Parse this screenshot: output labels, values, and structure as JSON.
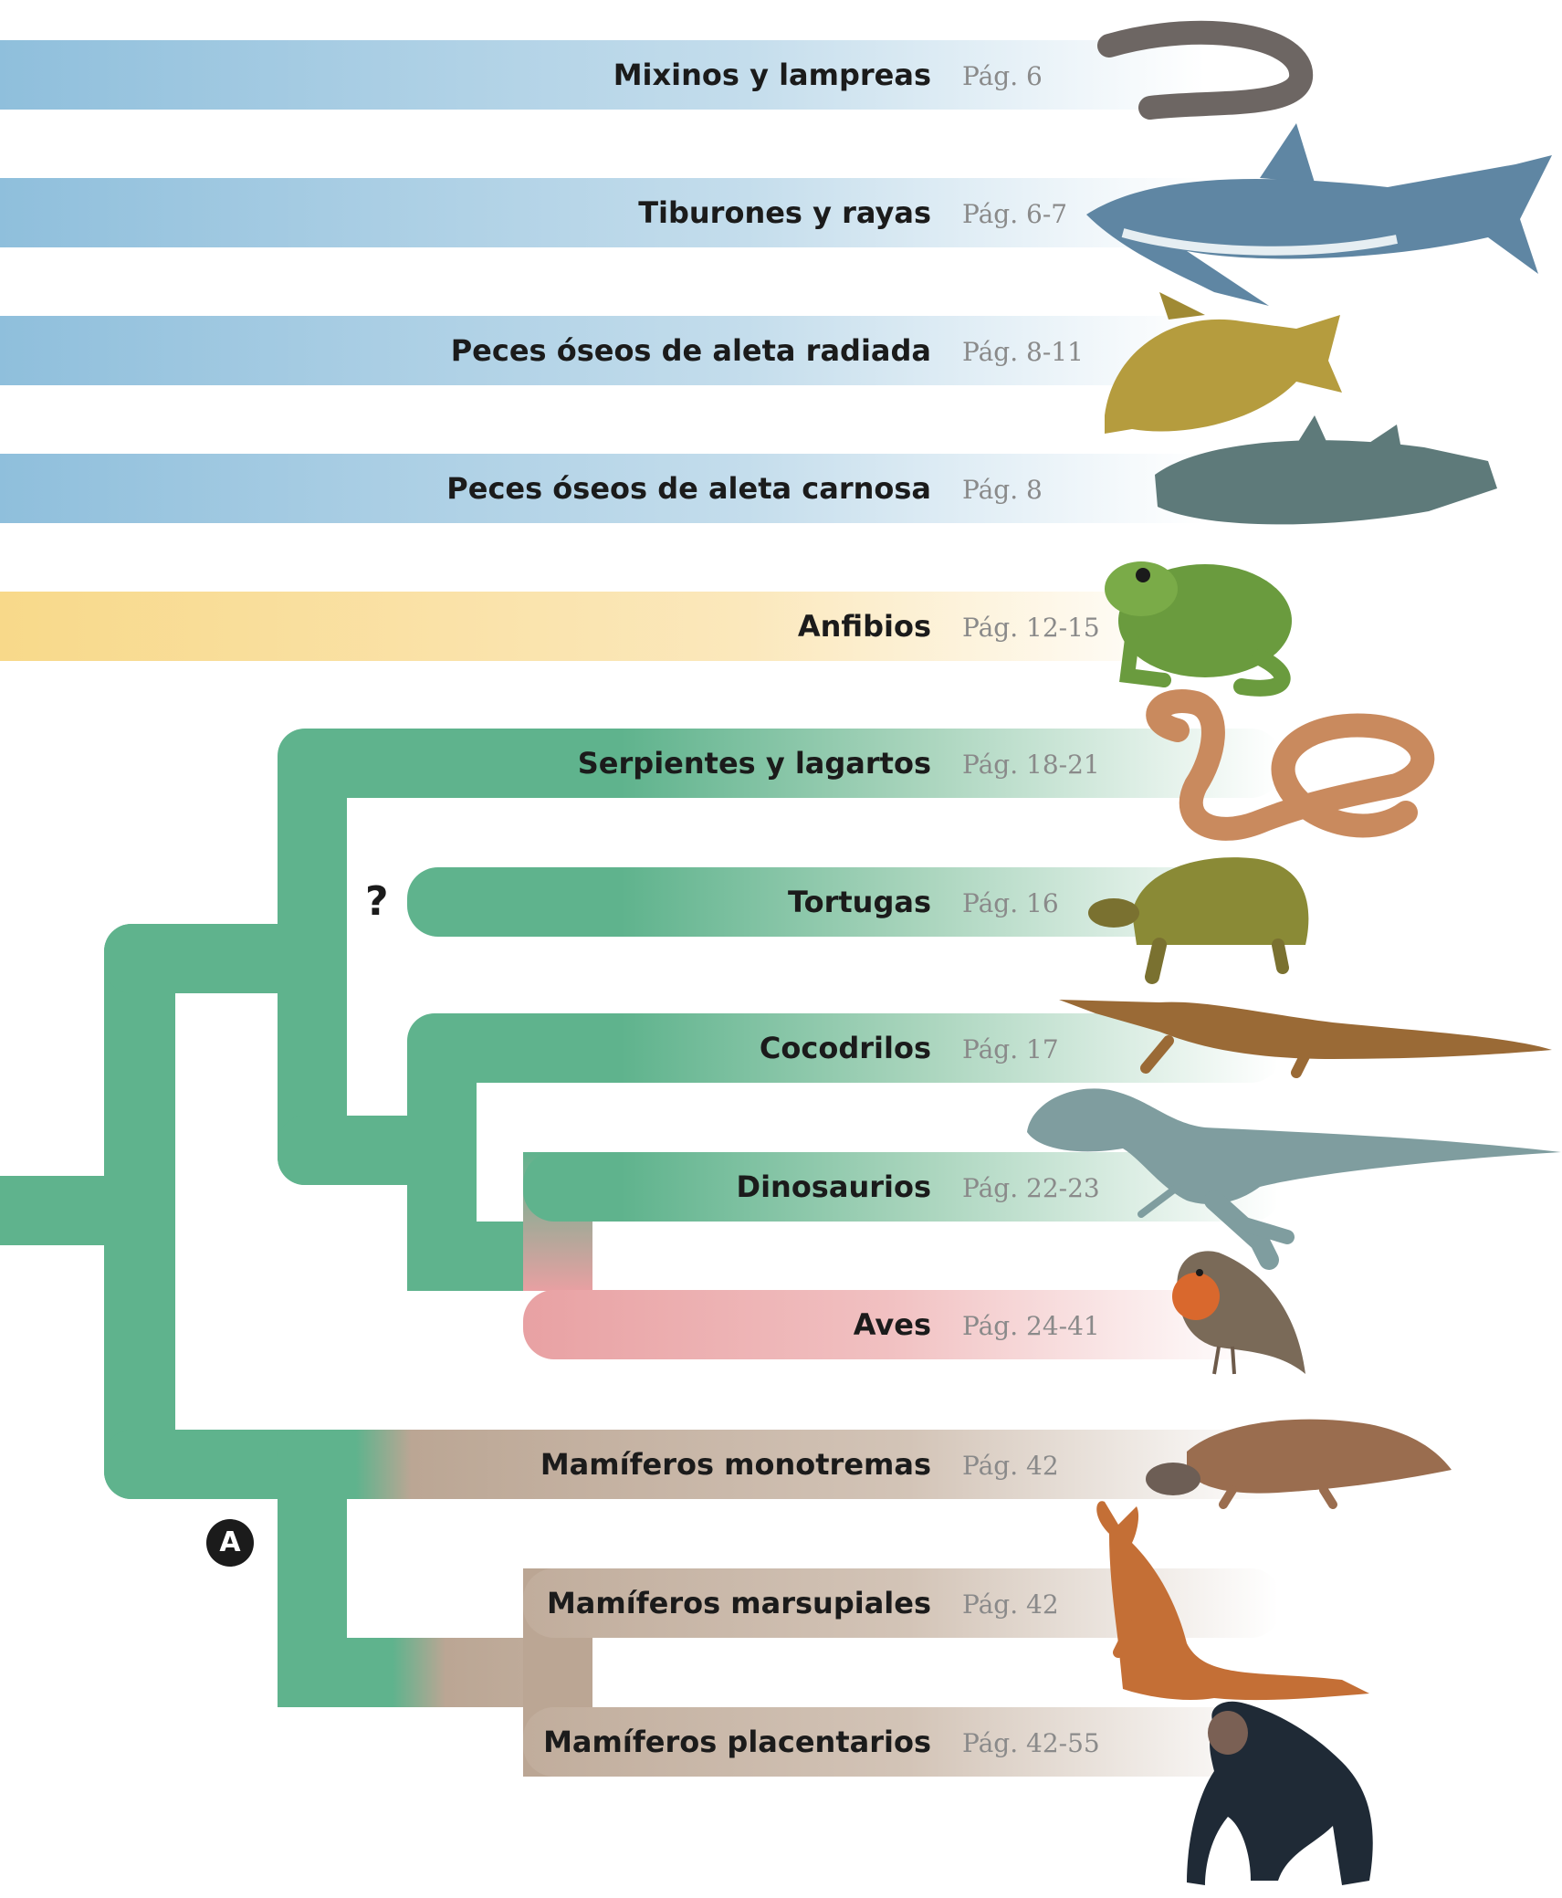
{
  "colors": {
    "fish": "#8fbfdc",
    "amphibians": "#f8d98a",
    "reptiles": "#5fb38d",
    "birds": "#e8a0a2",
    "mammals": "#bba694",
    "label_text": "#1b1b1b",
    "page_text": "#8a8a8a"
  },
  "groups": [
    {
      "name": "Mixinos y lampreas",
      "page": "Pág. 6",
      "group_color": "fish",
      "animal_icon": "hagfish-icon"
    },
    {
      "name": "Tiburones y rayas",
      "page": "Pág. 6-7",
      "group_color": "fish",
      "animal_icon": "shark-icon"
    },
    {
      "name": "Peces óseos de aleta radiada",
      "page": "Pág. 8-11",
      "group_color": "fish",
      "animal_icon": "carp-icon"
    },
    {
      "name": "Peces óseos de aleta carnosa",
      "page": "Pág. 8",
      "group_color": "fish",
      "animal_icon": "coelacanth-icon"
    },
    {
      "name": "Anfibios",
      "page": "Pág. 12-15",
      "group_color": "amphibians",
      "animal_icon": "frog-icon"
    },
    {
      "name": "Serpientes y lagartos",
      "page": "Pág. 18-21",
      "group_color": "reptiles",
      "animal_icon": "snake-icon"
    },
    {
      "name": "Tortugas",
      "page": "Pág. 16",
      "group_color": "reptiles",
      "animal_icon": "tortoise-icon"
    },
    {
      "name": "Cocodrilos",
      "page": "Pág. 17",
      "group_color": "reptiles",
      "animal_icon": "crocodile-icon"
    },
    {
      "name": "Dinosaurios",
      "page": "Pág. 22-23",
      "group_color": "reptiles",
      "animal_icon": "dinosaur-icon"
    },
    {
      "name": "Aves",
      "page": "Pág. 24-41",
      "group_color": "birds",
      "animal_icon": "robin-icon"
    },
    {
      "name": "Mamíferos monotremas",
      "page": "Pág. 42",
      "group_color": "mammals",
      "animal_icon": "platypus-icon"
    },
    {
      "name": "Mamíferos marsupiales",
      "page": "Pág. 42",
      "group_color": "mammals",
      "animal_icon": "kangaroo-icon"
    },
    {
      "name": "Mamíferos placentarios",
      "page": "Pág. 42-55",
      "group_color": "mammals",
      "animal_icon": "chimpanzee-icon"
    }
  ],
  "uncertain_marker": "?",
  "node_badge": "A"
}
